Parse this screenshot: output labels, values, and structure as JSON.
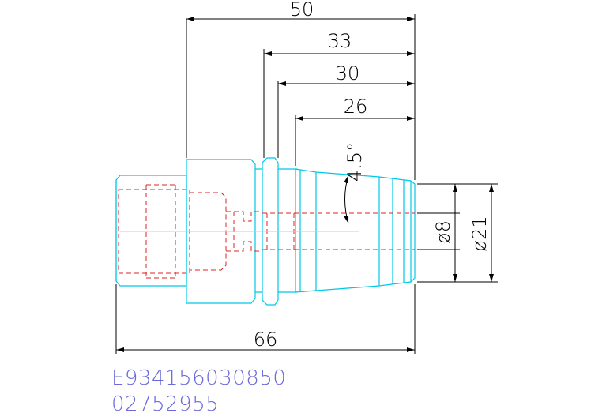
{
  "drawing": {
    "dimensions": {
      "len_50": "50",
      "len_33": "33",
      "len_30": "30",
      "len_26": "26",
      "angle": "4.5°",
      "dia_8": "ø8",
      "dia_21": "ø21",
      "len_66": "66"
    },
    "codes": {
      "part_number": "E934156030850",
      "order_number": "02752955"
    },
    "colors": {
      "outline": "#00c8e6",
      "hidden": "#e02020",
      "centerline": "#e6e600",
      "dimension": "#000000",
      "text_code": "#6a6adc"
    }
  }
}
